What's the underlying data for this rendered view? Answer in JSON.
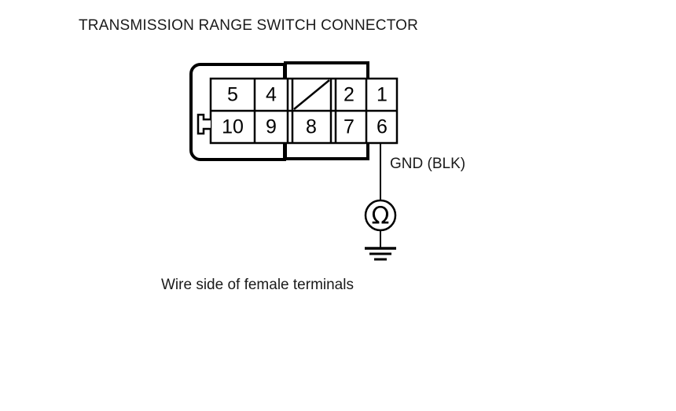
{
  "title": "TRANSMISSION RANGE SWITCH CONNECTOR",
  "caption": "Wire side of female terminals",
  "wire_label": "GND (BLK)",
  "meter": {
    "symbol": "Ω",
    "name": "ohmmeter"
  },
  "connector": {
    "rows": [
      {
        "cells": [
          {
            "label": "5",
            "blank": false
          },
          {
            "label": "4",
            "blank": false
          },
          {
            "label": "",
            "blank": true
          },
          {
            "label": "2",
            "blank": false
          },
          {
            "label": "1",
            "blank": false
          }
        ]
      },
      {
        "cells": [
          {
            "label": "10",
            "blank": false
          },
          {
            "label": "9",
            "blank": false
          },
          {
            "label": "8",
            "blank": false
          },
          {
            "label": "7",
            "blank": false
          },
          {
            "label": "6",
            "blank": false
          }
        ]
      }
    ],
    "probe_pin": "6"
  },
  "colors": {
    "line": "#000000",
    "text": "#1a1a1a",
    "background": "#ffffff"
  }
}
